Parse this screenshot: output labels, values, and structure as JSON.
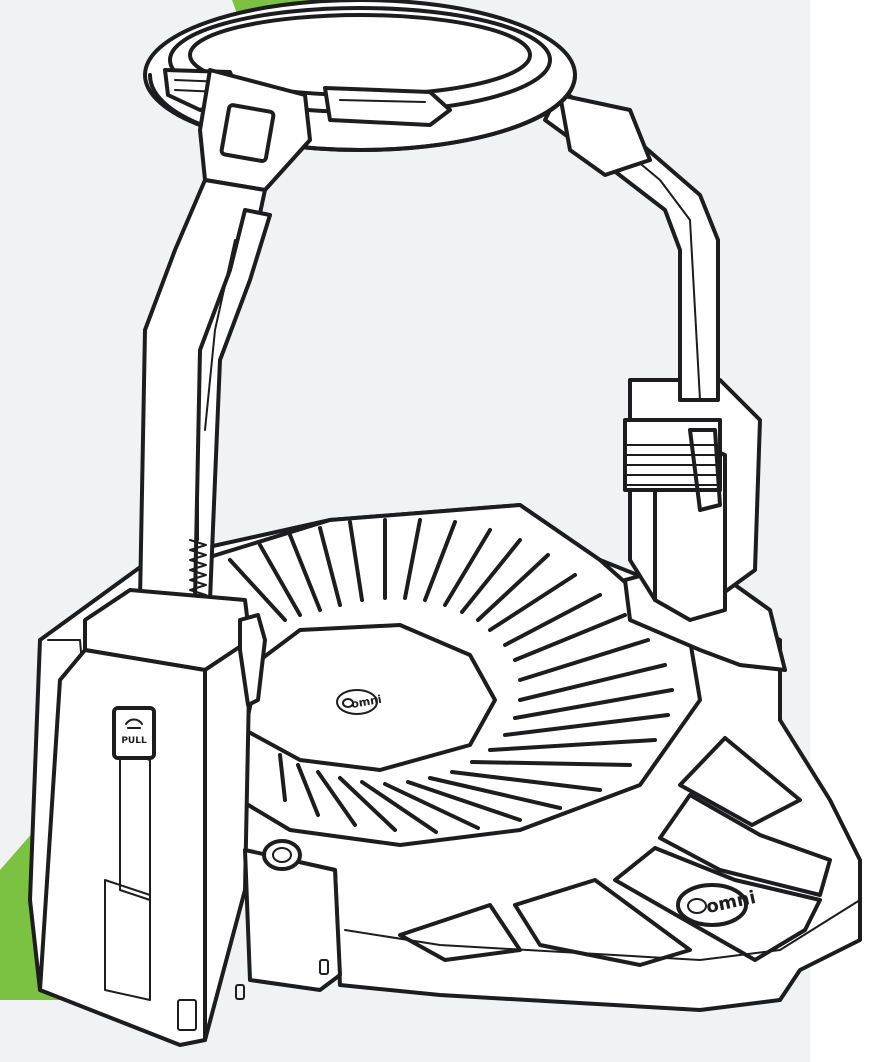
{
  "colors": {
    "background": "#f1f2f4",
    "accent": "#7cc242",
    "line": "#1d1d1f",
    "fill": "#ffffff"
  },
  "device": {
    "pull_label": "PULL",
    "brand_mark": "omni",
    "brand_mark_platform": "omni"
  }
}
